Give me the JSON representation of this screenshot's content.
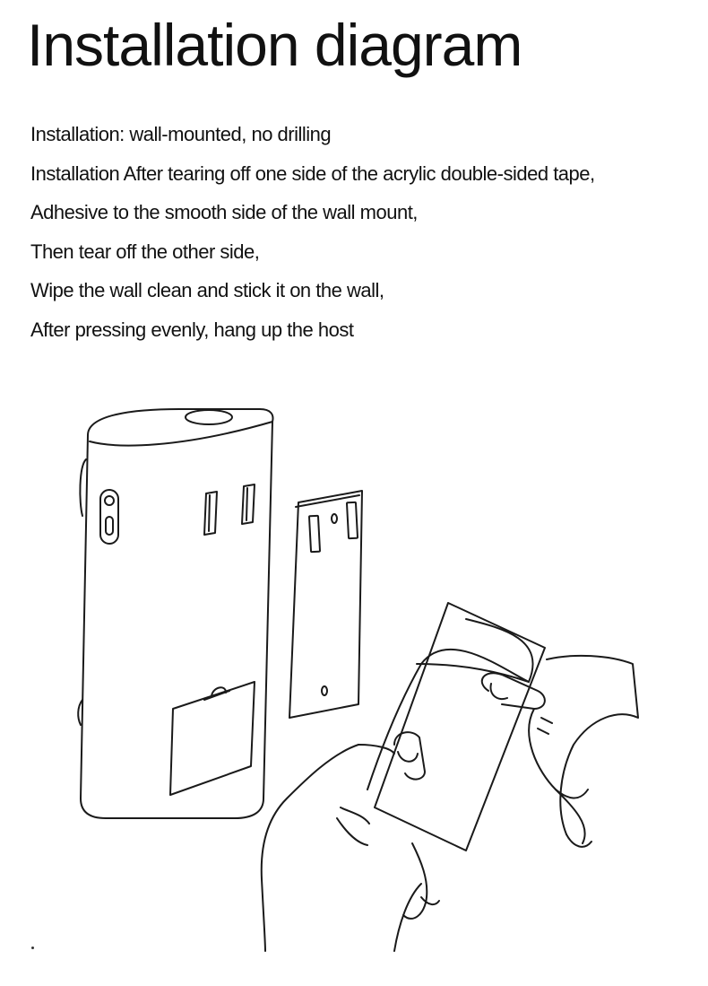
{
  "title": "Installation diagram",
  "instructions": [
    "Installation: wall-mounted, no drilling",
    "Installation After tearing off one side of the acrylic double-sided tape,",
    "Adhesive to the smooth side of the wall mount,",
    "Then tear off the other side,",
    "Wipe the wall clean and stick it on the wall,",
    "After pressing evenly, hang up the host"
  ]
}
